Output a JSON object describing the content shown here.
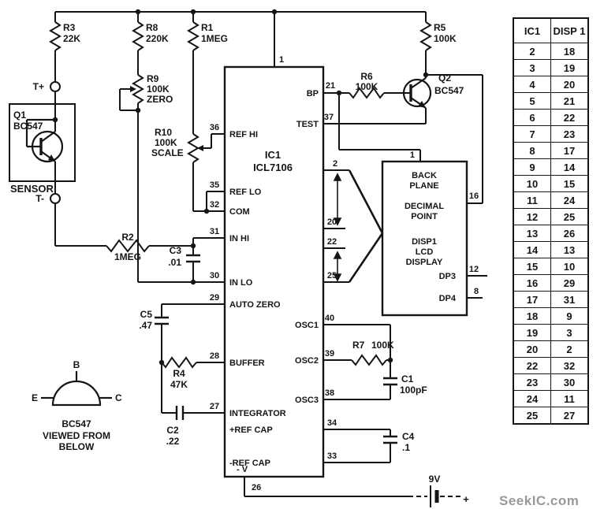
{
  "colors": {
    "ink": "#151515",
    "watermark": "#999999"
  },
  "watermark": "SeekIC.com",
  "power": {
    "battery_voltage": "9V",
    "battery_plus": "+"
  },
  "sensor": {
    "label": "SENSOR",
    "terminal_plus": "T+",
    "terminal_minus": "T-"
  },
  "components": {
    "r1": {
      "ref": "R1",
      "value": "1MEG"
    },
    "r2": {
      "ref": "R2",
      "value": "1MEG"
    },
    "r3": {
      "ref": "R3",
      "value": "22K"
    },
    "r4": {
      "ref": "R4",
      "value": "47K"
    },
    "r5": {
      "ref": "R5",
      "value": "100K"
    },
    "r6": {
      "ref": "R6",
      "value": "100K"
    },
    "r7": {
      "ref": "R7",
      "value": "100K"
    },
    "r8": {
      "ref": "R8",
      "value": "220K"
    },
    "r9": {
      "ref": "R9",
      "value": "100K",
      "role": "ZERO"
    },
    "r10": {
      "ref": "R10",
      "value": "100K",
      "role": "SCALE"
    },
    "c1": {
      "ref": "C1",
      "value": "100pF"
    },
    "c2": {
      "ref": "C2",
      "value": ".22"
    },
    "c3": {
      "ref": "C3",
      "value": ".01"
    },
    "c4": {
      "ref": "C4",
      "value": ".1"
    },
    "c5": {
      "ref": "C5",
      "value": ".47"
    },
    "q1": {
      "ref": "Q1",
      "part": "BC547"
    },
    "q2": {
      "ref": "Q2",
      "part": "BC547"
    }
  },
  "ic1": {
    "designator": "IC1",
    "part": "ICL7106",
    "pin_names": {
      "ref_hi": "REF HI",
      "ref_lo": "REF LO",
      "com": "COM",
      "in_hi": "IN HI",
      "in_lo": "IN LO",
      "auto_zero": "AUTO ZERO",
      "buffer": "BUFFER",
      "integrator": "INTEGRATOR",
      "pos_ref_cap": "+REF CAP",
      "neg_ref_cap": "-REF CAP",
      "bp": "BP",
      "test": "TEST",
      "osc1": "OSC1",
      "osc2": "OSC2",
      "osc3": "OSC3",
      "neg_v": "- V"
    },
    "pin_numbers": {
      "p1": "1",
      "p2": "2",
      "p20": "20",
      "p21": "21",
      "p22": "22",
      "p25": "25",
      "p26": "26",
      "p27": "27",
      "p28": "28",
      "p29": "29",
      "p30": "30",
      "p31": "31",
      "p32": "32",
      "p33": "33",
      "p34": "34",
      "p35": "35",
      "p36": "36",
      "p37": "37",
      "p38": "38",
      "p39": "39",
      "p40": "40"
    }
  },
  "display": {
    "lines": {
      "back": "BACK",
      "plane": "PLANE",
      "decimal": "DECIMAL",
      "point": "POINT",
      "name": "DISP1",
      "lcd": "LCD",
      "display": "DISPLAY"
    },
    "dp3": "DP3",
    "dp4": "DP4",
    "pin_numbers": {
      "backplane": "1",
      "decimal_point": "16",
      "dp3": "12",
      "dp4": "8"
    }
  },
  "pinout": {
    "b": "B",
    "e": "E",
    "c": "C",
    "part": "BC547",
    "caption1": "VIEWED FROM",
    "caption2": "BELOW"
  },
  "table": {
    "col1": "IC1",
    "col2": "DISP 1",
    "rows": [
      [
        "2",
        "18"
      ],
      [
        "3",
        "19"
      ],
      [
        "4",
        "20"
      ],
      [
        "5",
        "21"
      ],
      [
        "6",
        "22"
      ],
      [
        "7",
        "23"
      ],
      [
        "8",
        "17"
      ],
      [
        "9",
        "14"
      ],
      [
        "10",
        "15"
      ],
      [
        "11",
        "24"
      ],
      [
        "12",
        "25"
      ],
      [
        "13",
        "26"
      ],
      [
        "14",
        "13"
      ],
      [
        "15",
        "10"
      ],
      [
        "16",
        "29"
      ],
      [
        "17",
        "31"
      ],
      [
        "18",
        "9"
      ],
      [
        "19",
        "3"
      ],
      [
        "20",
        "2"
      ],
      [
        "22",
        "32"
      ],
      [
        "23",
        "30"
      ],
      [
        "24",
        "11"
      ],
      [
        "25",
        "27"
      ]
    ]
  }
}
